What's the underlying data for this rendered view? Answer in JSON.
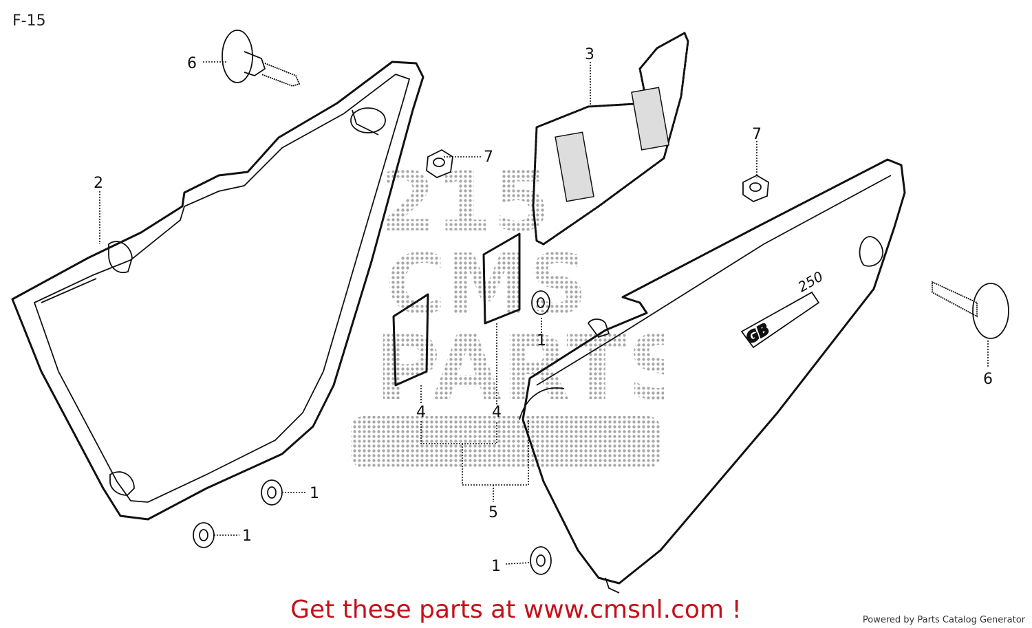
{
  "header": {
    "title": "F-15"
  },
  "callouts": [
    {
      "id": "c6a",
      "label": "6"
    },
    {
      "id": "c2",
      "label": "2"
    },
    {
      "id": "c3",
      "label": "3"
    },
    {
      "id": "c7a",
      "label": "7"
    },
    {
      "id": "c7b",
      "label": "7"
    },
    {
      "id": "c1a",
      "label": "1"
    },
    {
      "id": "c4a",
      "label": "4"
    },
    {
      "id": "c4b",
      "label": "4"
    },
    {
      "id": "c5",
      "label": "5"
    },
    {
      "id": "c6b",
      "label": "6"
    },
    {
      "id": "c1b",
      "label": "1"
    },
    {
      "id": "c1c",
      "label": "1"
    },
    {
      "id": "c1d",
      "label": "1"
    }
  ],
  "emblem": {
    "model": "GB",
    "sub": "250"
  },
  "footer": {
    "cta": "Get these parts at www.cmsnl.com !",
    "powered_by": "Powered by Parts Catalog Generator"
  },
  "colors": {
    "cta": "#c4101a",
    "line": "#111111",
    "watermark": "#9a9a9a"
  }
}
